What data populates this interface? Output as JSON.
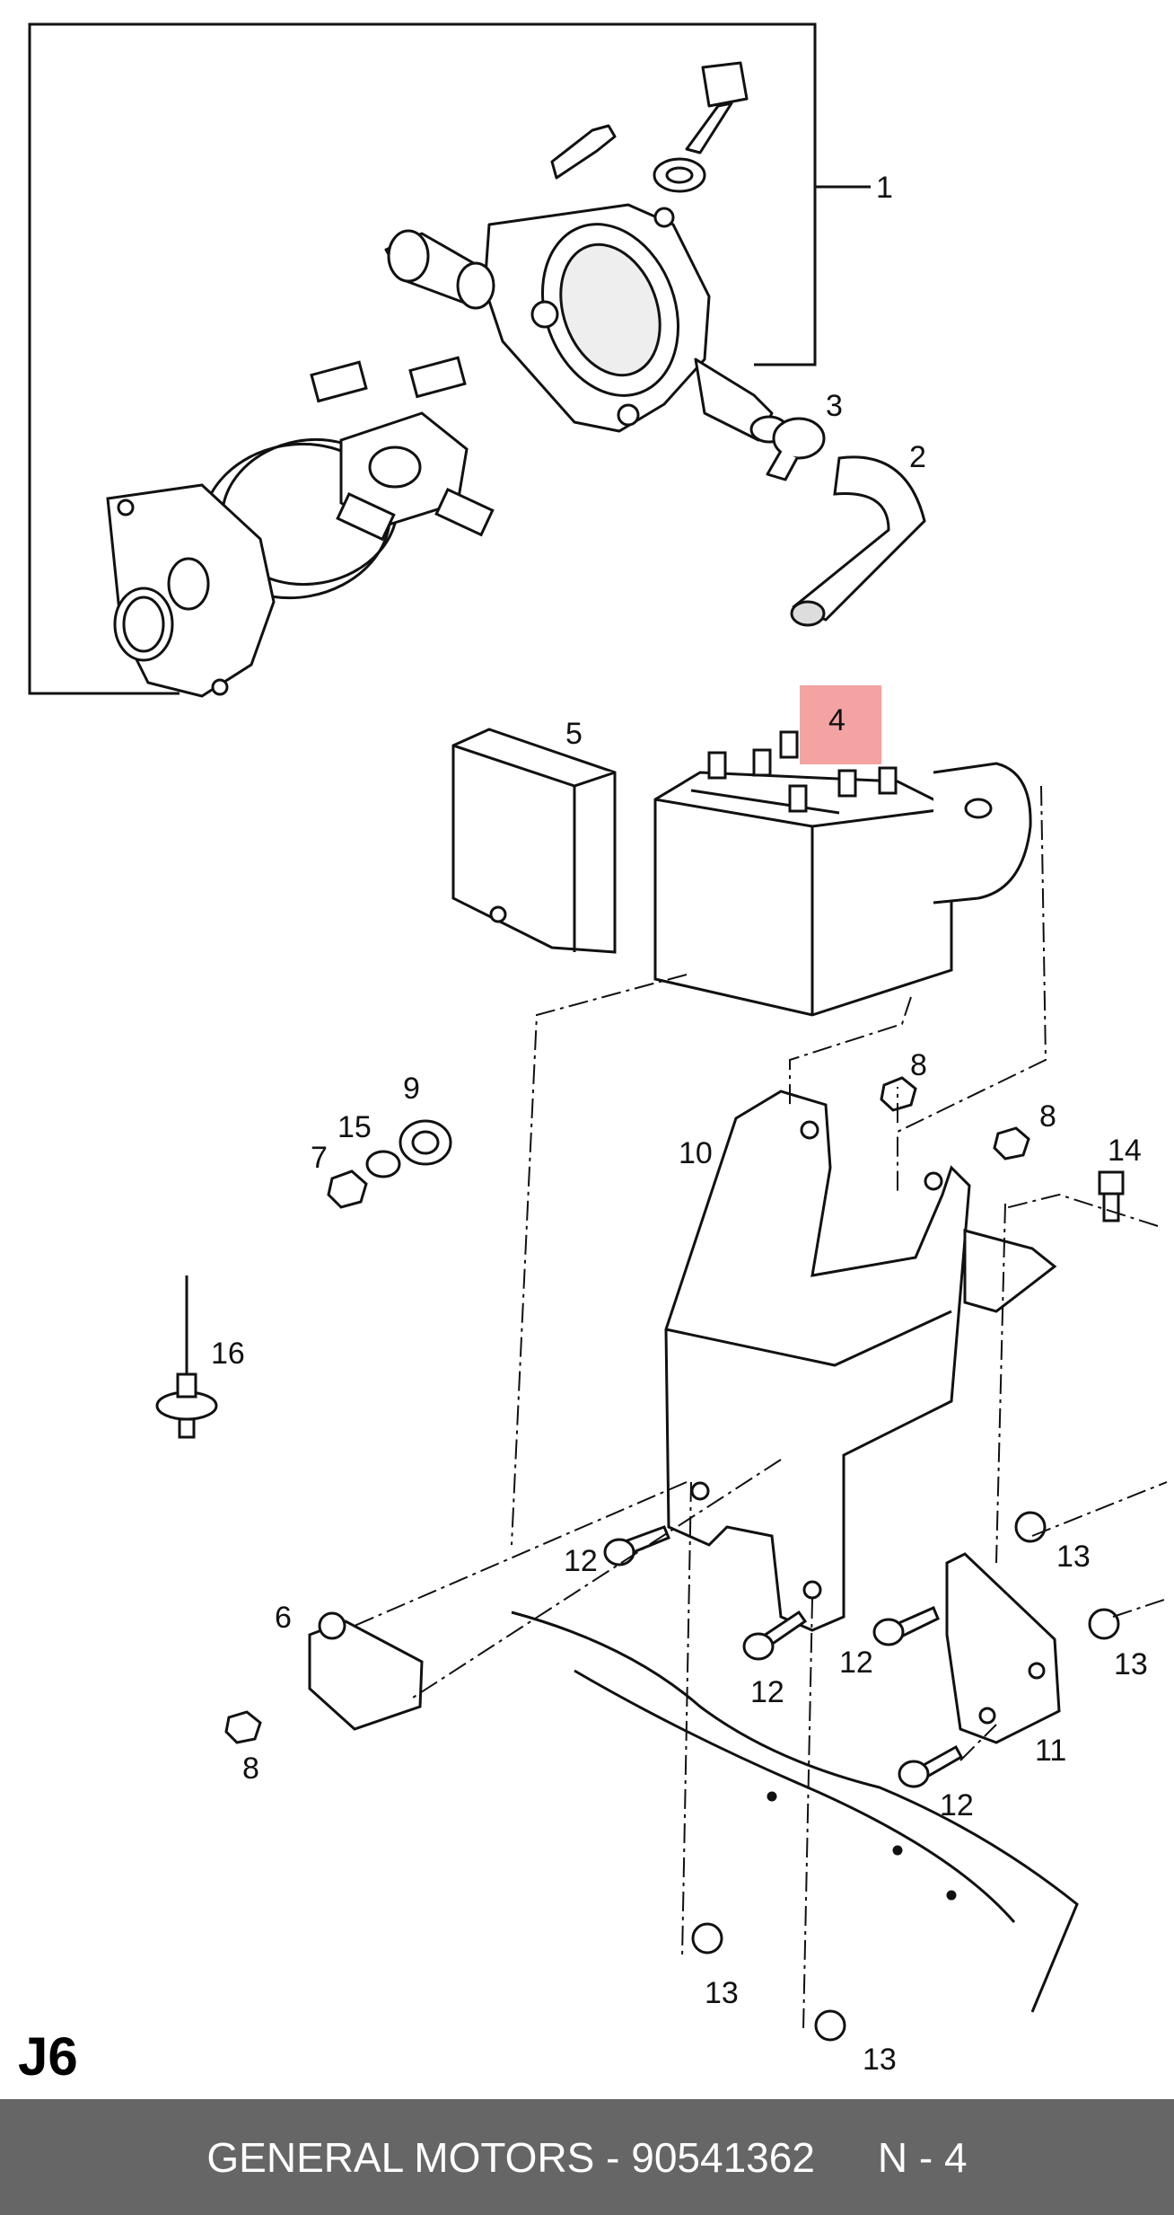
{
  "diagram": {
    "section_code": "J6",
    "callouts": [
      {
        "id": "c1",
        "text": "1"
      },
      {
        "id": "c2",
        "text": "2"
      },
      {
        "id": "c3",
        "text": "3"
      },
      {
        "id": "c4",
        "text": "4",
        "highlighted": true
      },
      {
        "id": "c5",
        "text": "5"
      },
      {
        "id": "c6",
        "text": "6"
      },
      {
        "id": "c7",
        "text": "7"
      },
      {
        "id": "c8a",
        "text": "8"
      },
      {
        "id": "c8b",
        "text": "8"
      },
      {
        "id": "c8c",
        "text": "8"
      },
      {
        "id": "c9",
        "text": "9"
      },
      {
        "id": "c10",
        "text": "10"
      },
      {
        "id": "c11",
        "text": "11"
      },
      {
        "id": "c12a",
        "text": "12"
      },
      {
        "id": "c12b",
        "text": "12"
      },
      {
        "id": "c12c",
        "text": "12"
      },
      {
        "id": "c12d",
        "text": "12"
      },
      {
        "id": "c13a",
        "text": "13"
      },
      {
        "id": "c13b",
        "text": "13"
      },
      {
        "id": "c13c",
        "text": "13"
      },
      {
        "id": "c13d",
        "text": "13"
      },
      {
        "id": "c14",
        "text": "14"
      },
      {
        "id": "c15",
        "text": "15"
      },
      {
        "id": "c16",
        "text": "16"
      }
    ],
    "highlight_color": "#f4a3a3",
    "line_color": "#111111"
  },
  "footer": {
    "brand": "GENERAL MOTORS",
    "separator": "-",
    "part_number": "90541362",
    "page": "N - 4",
    "background": "#666666",
    "text_color": "#ffffff"
  }
}
